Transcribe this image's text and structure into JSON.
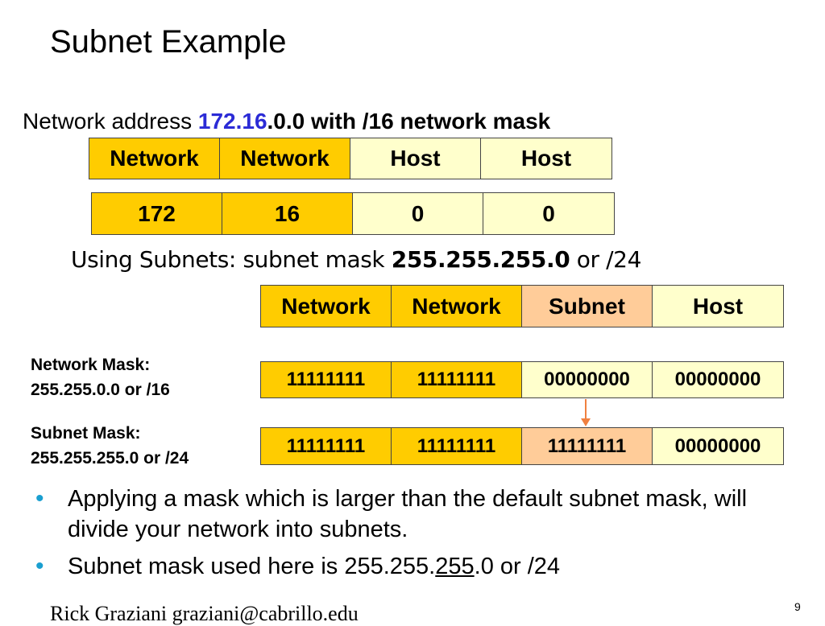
{
  "slide": {
    "title": "Subnet Example",
    "network_line": {
      "prefix": "Network address ",
      "highlight": "172.16",
      "sep": ".",
      "rest": "0.0 with /16 network mask"
    },
    "octet_labels_16": [
      "Network",
      "Network",
      "Host",
      "Host"
    ],
    "octet_values_16": [
      "172",
      "16",
      "0",
      "0"
    ],
    "subnet_line": {
      "prefix": "Using Subnets: subnet mask ",
      "mask": "255.255.255.0",
      "suffix": " or /24"
    },
    "octet_labels_24": [
      "Network",
      "Network",
      "Subnet",
      "Host"
    ],
    "network_mask": {
      "label_line1": "Network Mask:",
      "label_line2": "255.255.0.0 or /16",
      "bits": [
        "11111111",
        "11111111",
        "00000000",
        "00000000"
      ]
    },
    "subnet_mask": {
      "label_line1": "Subnet Mask:",
      "label_line2": "255.255.255.0 or /24",
      "bits": [
        "11111111",
        "11111111",
        "11111111",
        "00000000"
      ]
    },
    "bullets": [
      {
        "text": "Applying a mask which is larger than the default subnet mask, will divide your network into subnets."
      },
      {
        "pre": "Subnet mask used here is 255.255.",
        "underlined": "255",
        "post": ".0 or /24"
      }
    ],
    "footer": "Rick Graziani  graziani@cabrillo.edu",
    "page_number": "9"
  },
  "colors": {
    "network": "#ffcc00",
    "host": "#ffffcc",
    "subnet": "#ffcc99",
    "highlight_text": "#2b2bd6",
    "bullet": "#1a9fd0",
    "arrow": "#f08040"
  }
}
